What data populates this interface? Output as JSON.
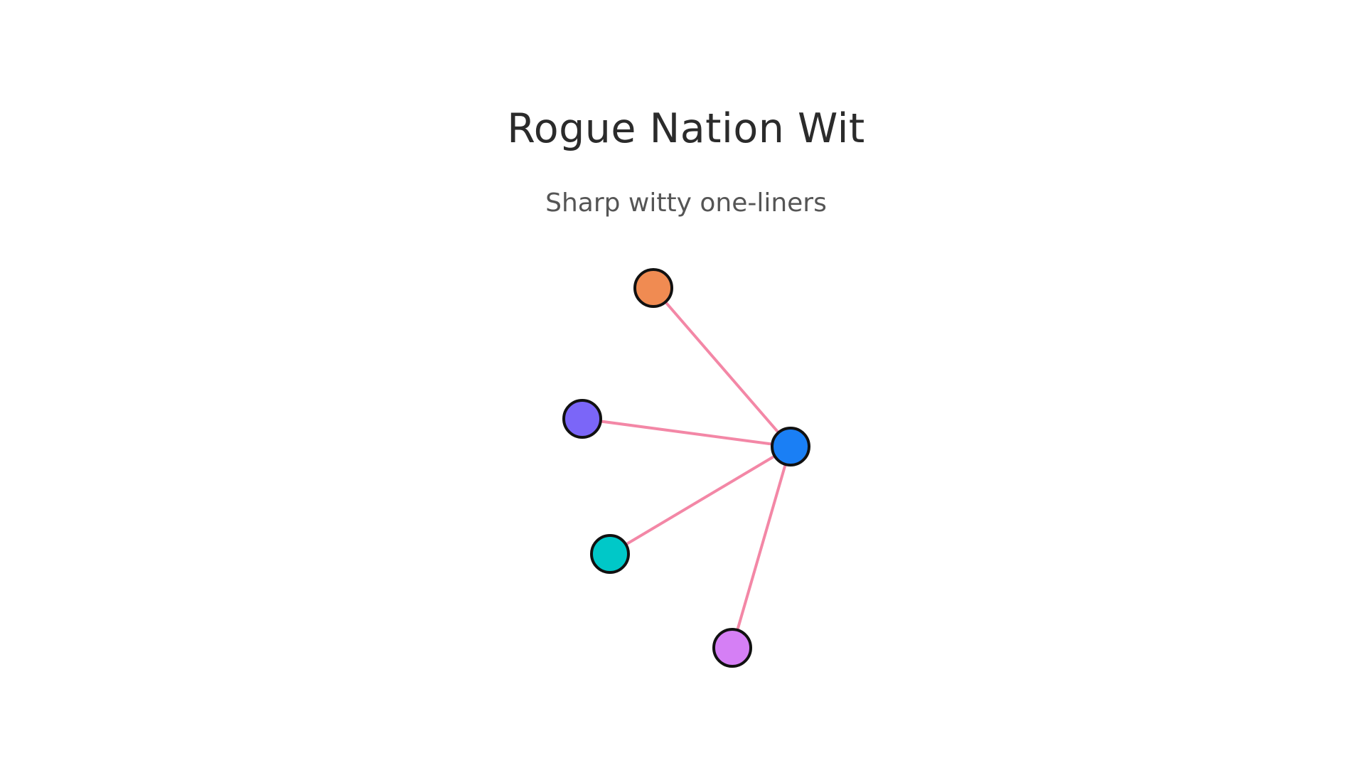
{
  "title": "Rogue Nation Wit",
  "subtitle": "Sharp witty one-liners",
  "graph": {
    "edge_color": "#f387a6",
    "node_stroke": "#111111",
    "nodes": [
      {
        "id": "hub",
        "color": "#1a7ff5"
      },
      {
        "id": "top",
        "color": "#f08b52"
      },
      {
        "id": "left",
        "color": "#7b66f8"
      },
      {
        "id": "lower-left",
        "color": "#00c8c8"
      },
      {
        "id": "bottom",
        "color": "#d57ff5"
      }
    ],
    "edges": [
      {
        "source": "hub",
        "target": "top"
      },
      {
        "source": "hub",
        "target": "left"
      },
      {
        "source": "hub",
        "target": "lower-left"
      },
      {
        "source": "hub",
        "target": "bottom"
      }
    ]
  }
}
